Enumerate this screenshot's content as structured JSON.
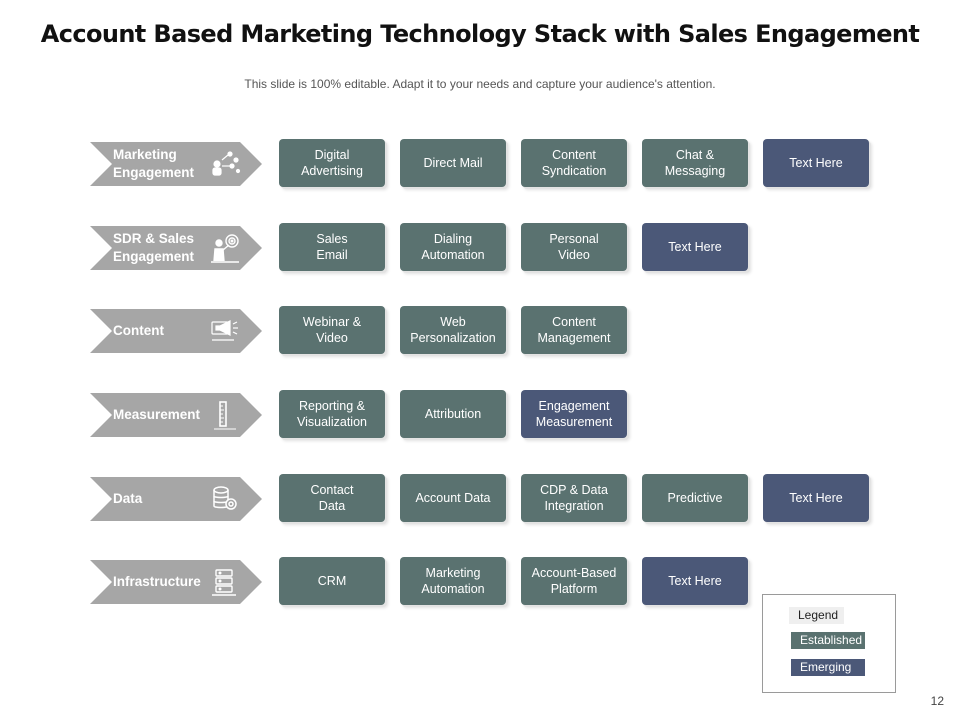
{
  "slide": {
    "title": "Account Based Marketing Technology Stack with Sales Engagement",
    "subtitle": "This slide is 100% editable. Adapt it to your needs and capture your audience's attention.",
    "page_number": "12"
  },
  "colors": {
    "established": "#5a7270",
    "emerging": "#4b5878",
    "chevron": "#a6a6a6"
  },
  "rows": [
    {
      "label": "Marketing\nEngagement",
      "icon": "network-people-icon",
      "boxes": [
        {
          "text": "Digital\nAdvertising",
          "type": "established"
        },
        {
          "text": "Direct Mail",
          "type": "established"
        },
        {
          "text": "Content\nSyndication",
          "type": "established"
        },
        {
          "text": "Chat &\nMessaging",
          "type": "established"
        },
        {
          "text": "Text Here",
          "type": "emerging"
        }
      ]
    },
    {
      "label": "SDR & Sales\nEngagement",
      "icon": "salesperson-target-icon",
      "boxes": [
        {
          "text": "Sales\nEmail",
          "type": "established"
        },
        {
          "text": "Dialing\nAutomation",
          "type": "established"
        },
        {
          "text": "Personal\nVideo",
          "type": "established"
        },
        {
          "text": "Text Here",
          "type": "emerging"
        }
      ]
    },
    {
      "label": "Content",
      "icon": "megaphone-icon",
      "boxes": [
        {
          "text": "Webinar &\nVideo",
          "type": "established"
        },
        {
          "text": "Web\nPersonalization",
          "type": "established"
        },
        {
          "text": "Content\nManagement",
          "type": "established"
        }
      ]
    },
    {
      "label": "Measurement",
      "icon": "ruler-icon",
      "boxes": [
        {
          "text": "Reporting &\nVisualization",
          "type": "established"
        },
        {
          "text": "Attribution",
          "type": "established"
        },
        {
          "text": "Engagement\nMeasurement",
          "type": "emerging"
        }
      ]
    },
    {
      "label": "Data",
      "icon": "database-gear-icon",
      "boxes": [
        {
          "text": "Contact\nData",
          "type": "established"
        },
        {
          "text": "Account Data",
          "type": "established"
        },
        {
          "text": "CDP & Data\nIntegration",
          "type": "established"
        },
        {
          "text": "Predictive",
          "type": "established"
        },
        {
          "text": "Text Here",
          "type": "emerging"
        }
      ]
    },
    {
      "label": "Infrastructure",
      "icon": "server-stack-icon",
      "boxes": [
        {
          "text": "CRM",
          "type": "established"
        },
        {
          "text": "Marketing\nAutomation",
          "type": "established"
        },
        {
          "text": "Account-Based\nPlatform",
          "type": "established"
        },
        {
          "text": "Text Here",
          "type": "emerging"
        }
      ]
    }
  ],
  "legend": {
    "title": "Legend",
    "established": "Established",
    "emerging": "Emerging"
  }
}
